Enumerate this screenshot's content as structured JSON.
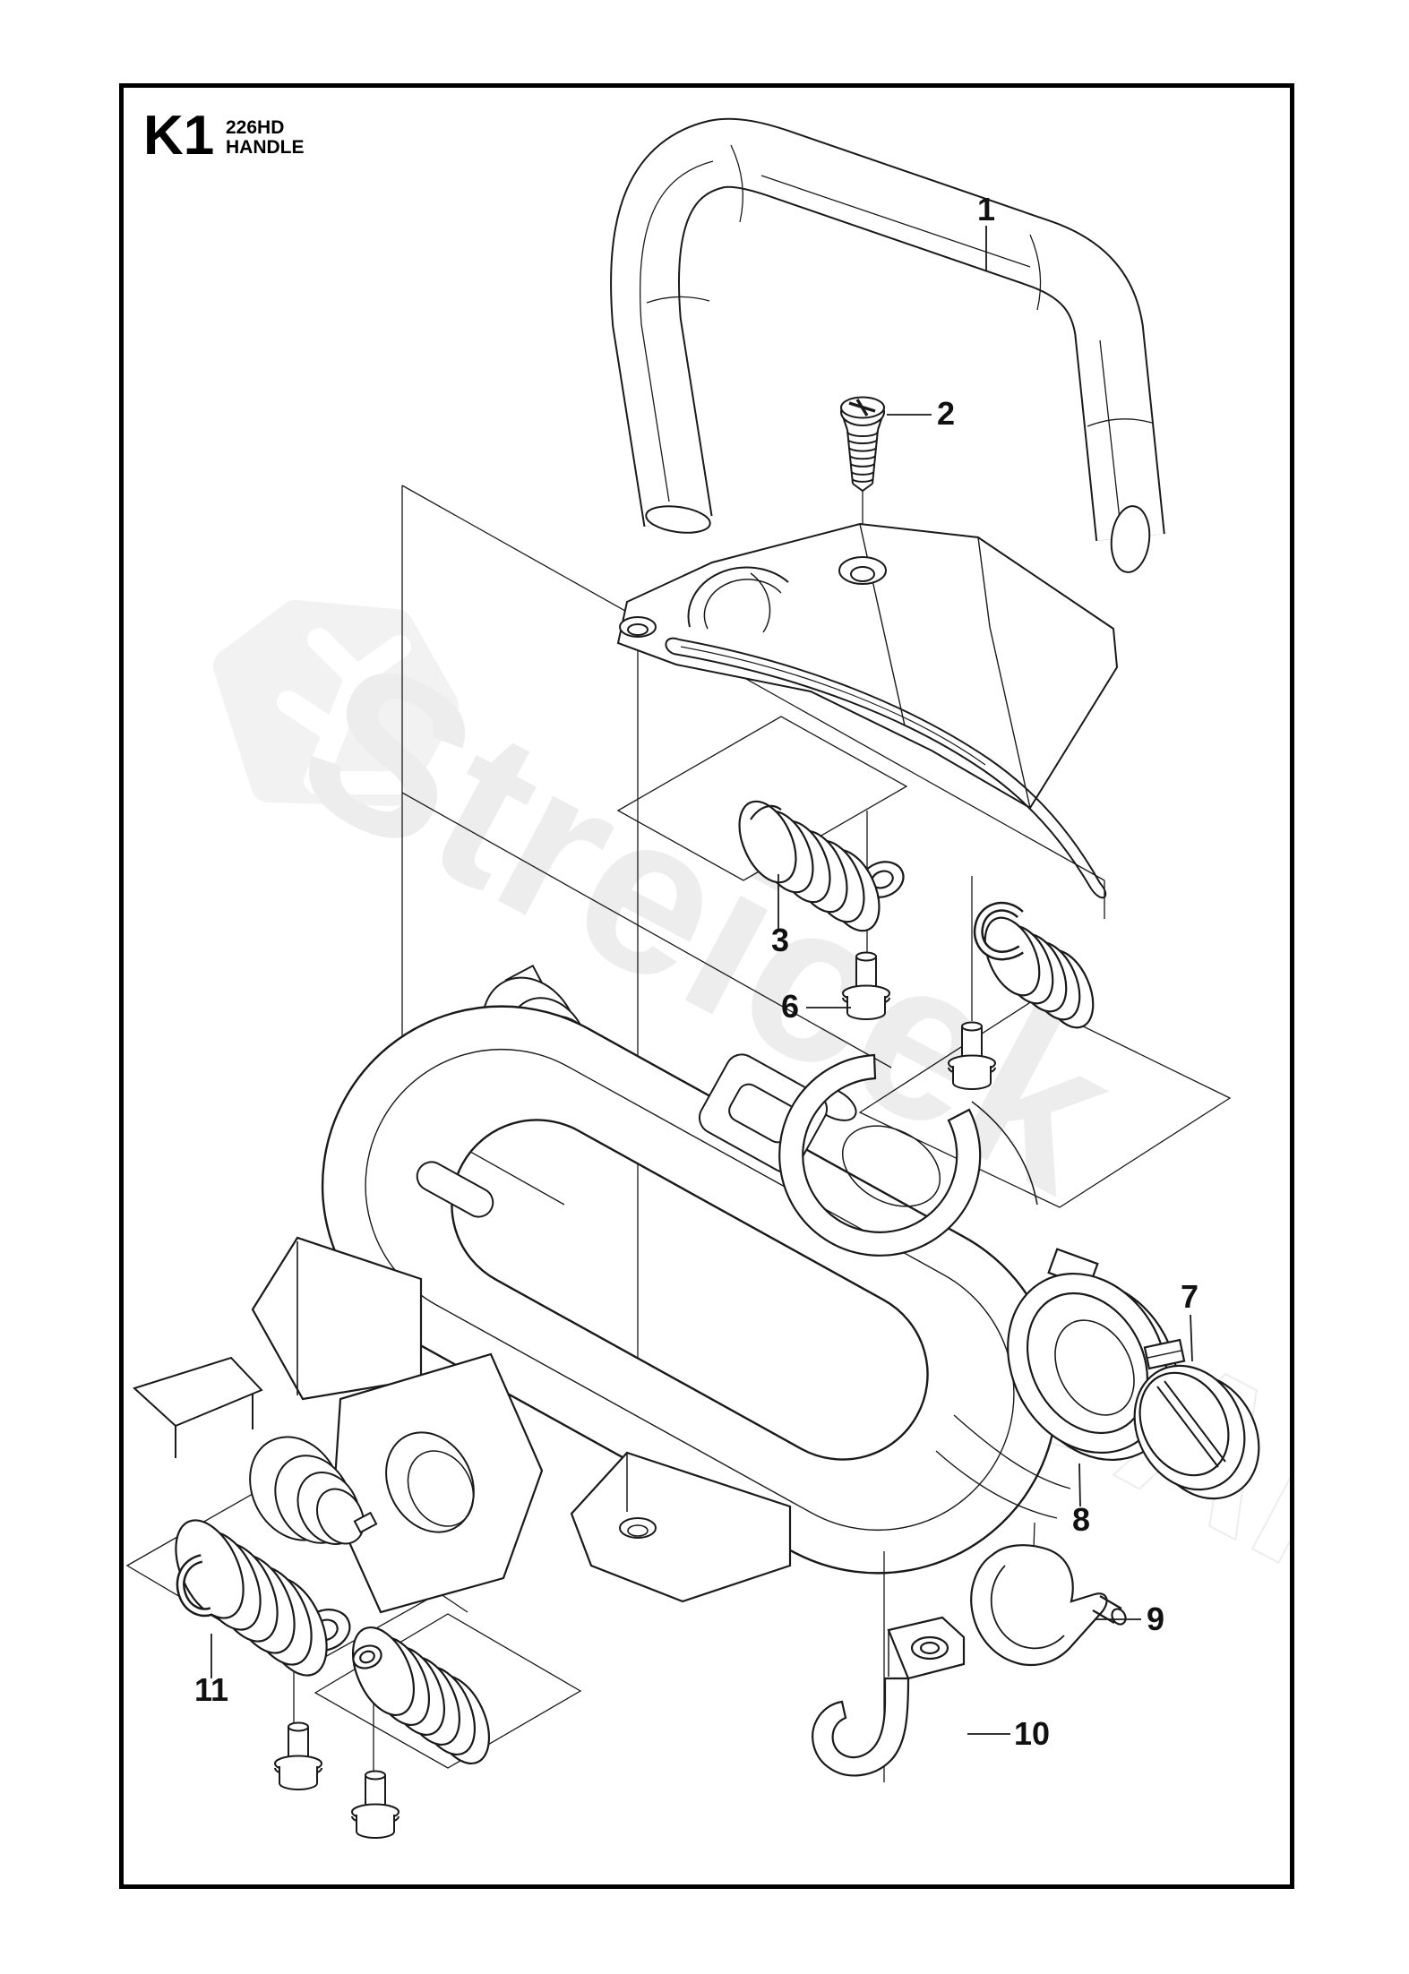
{
  "header": {
    "code": "K1",
    "model": "226HD",
    "section": "HANDLE"
  },
  "watermark": {
    "brand": "Streicek",
    "secondary": "GARDEN",
    "color": "#ededed",
    "logo": "hex-branch-logo"
  },
  "canvas": {
    "background": "#ffffff",
    "line_color": "#1a1a1a",
    "border_color": "#000000"
  },
  "callouts": [
    {
      "ref": "1"
    },
    {
      "ref": "2"
    },
    {
      "ref": "3"
    },
    {
      "ref": "6"
    },
    {
      "ref": "7"
    },
    {
      "ref": "8"
    },
    {
      "ref": "9"
    },
    {
      "ref": "10"
    },
    {
      "ref": "11"
    }
  ]
}
